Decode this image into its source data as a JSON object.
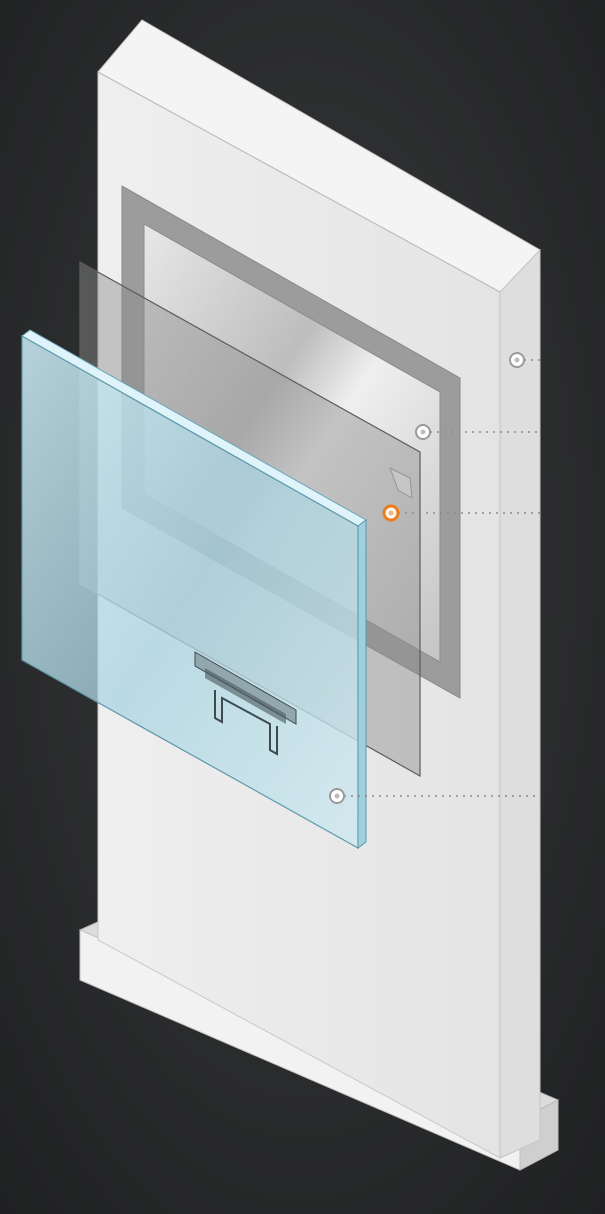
{
  "diagram": {
    "type": "exploded-view",
    "layers": [
      {
        "id": "totem-body",
        "kind": "enclosure"
      },
      {
        "id": "display-panel",
        "kind": "screen"
      },
      {
        "id": "tinted-layer",
        "kind": "film"
      },
      {
        "id": "glass-cover",
        "kind": "glass"
      }
    ],
    "callouts": [
      {
        "id": "callout-1",
        "color": "#ffffff"
      },
      {
        "id": "callout-2",
        "color": "#ffffff"
      },
      {
        "id": "callout-3",
        "color": "#f07b1a"
      },
      {
        "id": "callout-4",
        "color": "#ffffff"
      }
    ]
  },
  "colors": {
    "background": "#2a2b2c",
    "body_front": "#ececec",
    "body_side": "#e0e0e0",
    "frame": "#9a9a9a",
    "glass": "#bfe2ee",
    "accent": "#f07b1a"
  }
}
